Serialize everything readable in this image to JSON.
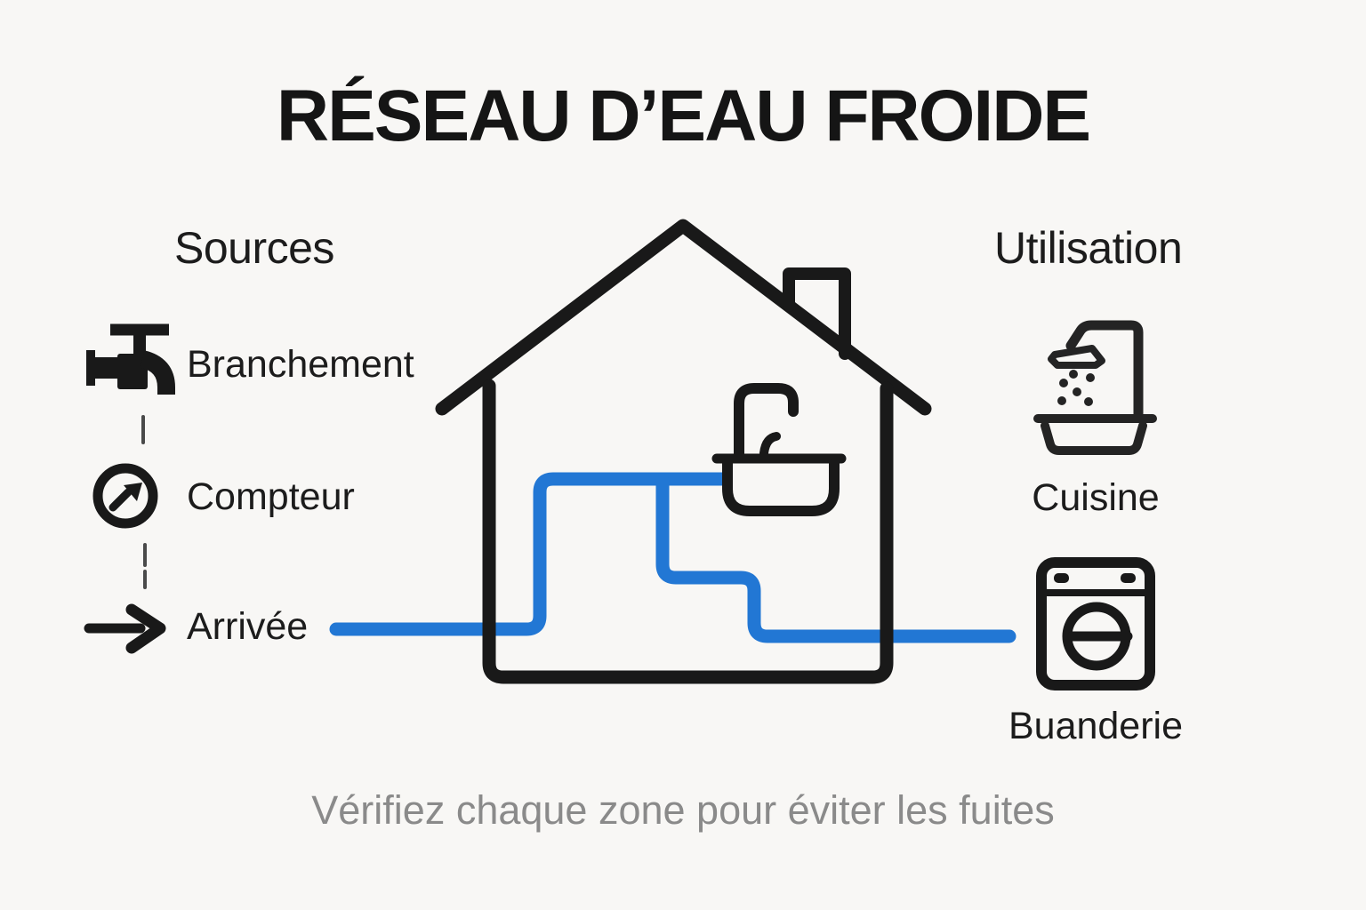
{
  "title": "RÉSEAU D’EAU FROIDE",
  "caption": "Vérifiez chaque zone pour éviter les fuites",
  "colors": {
    "pipe_blue": "#2277d4",
    "ink_black": "#1a1a1a",
    "caption_gray": "#8a8a8a",
    "background": "#f8f7f5"
  },
  "sources": {
    "heading": "Sources",
    "items": [
      {
        "label": "Branchement",
        "icon": "faucet-icon"
      },
      {
        "label": "Compteur",
        "icon": "water-meter-icon"
      },
      {
        "label": "Arrivée",
        "icon": "arrow-right-icon"
      }
    ]
  },
  "utilisation": {
    "heading": "Utilisation",
    "items": [
      {
        "label": "Cuisine",
        "icon": "shower-icon"
      },
      {
        "label": "Buanderie",
        "icon": "washing-machine-icon"
      }
    ]
  },
  "house": {
    "fixtures": [
      "sink-icon",
      "chimney"
    ]
  }
}
